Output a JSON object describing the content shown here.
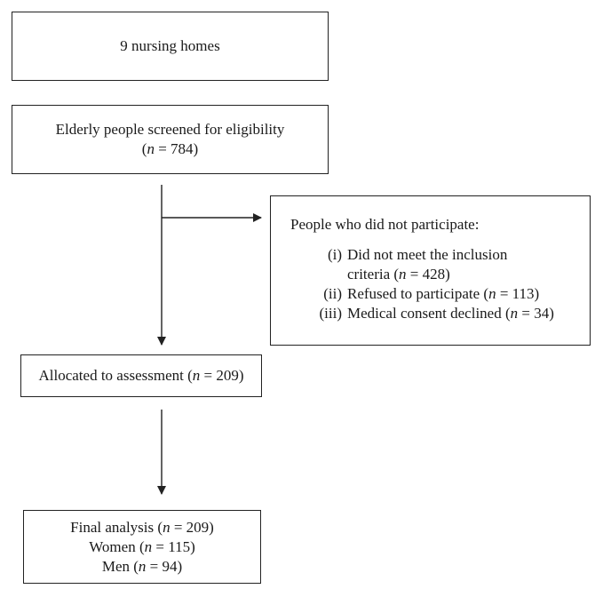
{
  "nodes": {
    "nursing_homes": {
      "text": "9 nursing homes"
    },
    "screened": {
      "line1": "Elderly people screened for eligibility",
      "n_prefix": "(",
      "n_var": "n",
      "n_suffix": " = 784)"
    },
    "not_participate": {
      "title": "People who did not participate:",
      "items": [
        {
          "num": "(i)",
          "line1": "Did not meet the inclusion",
          "line2_text": "criteria (",
          "n_var": "n",
          "n_suffix": " = 428)"
        },
        {
          "num": "(ii)",
          "text": "Refused to participate (",
          "n_var": "n",
          "n_suffix": " = 113)"
        },
        {
          "num": "(iii)",
          "text": "Medical consent declined (",
          "n_var": "n",
          "n_suffix": " = 34)"
        }
      ]
    },
    "allocated": {
      "text": "Allocated to assessment (",
      "n_var": "n",
      "n_suffix": " = 209)"
    },
    "final": {
      "lines": [
        {
          "text": "Final analysis (",
          "n_var": "n",
          "n_suffix": " = 209)"
        },
        {
          "text": "Women (",
          "n_var": "n",
          "n_suffix": " = 115)"
        },
        {
          "text": "Men (",
          "n_var": "n",
          "n_suffix": " = 94)"
        }
      ]
    }
  },
  "colors": {
    "stroke": "#222222",
    "text": "#1a1a1a"
  }
}
